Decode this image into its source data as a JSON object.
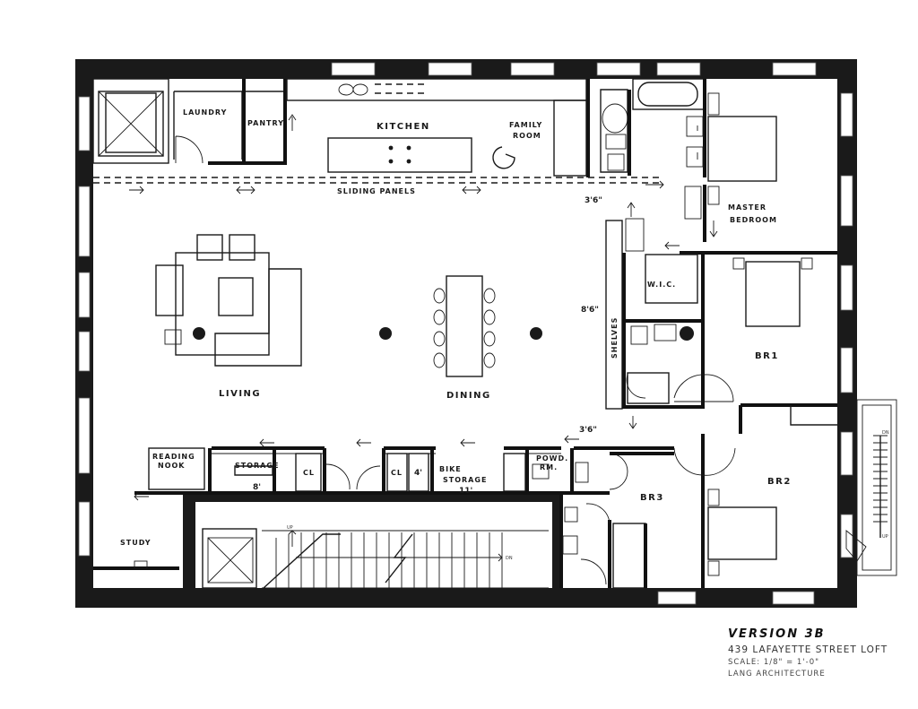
{
  "rooms": {
    "laundry": "LAUNDRY",
    "pantry": "PANTRY",
    "kitchen": "KITCHEN",
    "family_room_1": "FAMILY",
    "family_room_2": "ROOM",
    "sliding_panels": "SLIDING PANELS",
    "master_1": "MASTER",
    "master_2": "BEDROOM",
    "wic": "W.I.C.",
    "br1": "BR1",
    "living": "LIVING",
    "dining": "DINING",
    "shelves": "SHELVES",
    "reading_1": "READING",
    "reading_2": "NOOK",
    "storage": "STORAGE",
    "cl_1": "CL",
    "cl_2": "CL",
    "bike_1": "BIKE",
    "bike_2": "STORAGE",
    "powd_1": "POWD.",
    "powd_2": "RM.",
    "br3": "BR3",
    "br2": "BR2",
    "study": "STUDY",
    "up_stair": "UP",
    "dn_stair": "DN",
    "up_ext": "UP",
    "dn_ext": "DN"
  },
  "dimensions": {
    "d_top": "3'6\"",
    "d_mid": "8'6\"",
    "d_bot": "3'6\"",
    "d_storage": "8'",
    "d_cl": "4'",
    "d_bike": "11'"
  },
  "title_block": {
    "version": "VERSION 3B",
    "project": "439 LAFAYETTE STREET LOFT",
    "scale": "SCALE: 1/8\" = 1'-0\"",
    "firm": "LANG ARCHITECTURE"
  }
}
